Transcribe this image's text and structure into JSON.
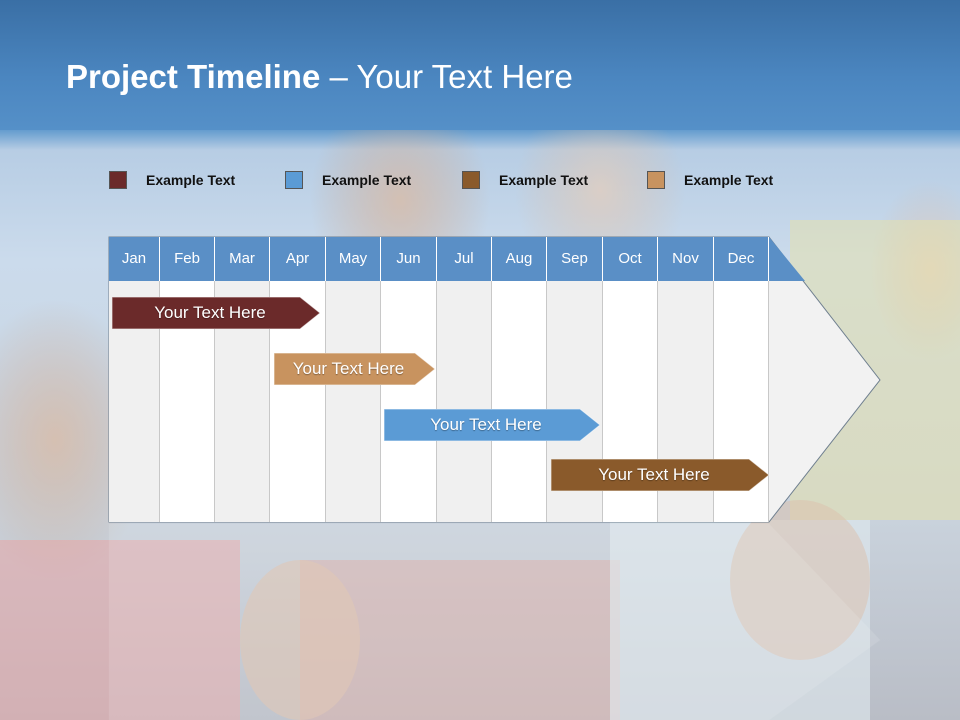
{
  "title": {
    "bold": "Project Timeline",
    "rest": " – Your Text Here"
  },
  "legend": [
    {
      "label": "Example Text",
      "color": "#6b2a2a"
    },
    {
      "label": "Example Text",
      "color": "#5b9bd5"
    },
    {
      "label": "Example Text",
      "color": "#8a5a2b"
    },
    {
      "label": "Example Text",
      "color": "#c8935f"
    }
  ],
  "months": [
    "Jan",
    "Feb",
    "Mar",
    "Apr",
    "May",
    "Jun",
    "Jul",
    "Aug",
    "Sep",
    "Oct",
    "Nov",
    "Dec"
  ],
  "tasks": [
    {
      "label": "Your  Text Here",
      "color": "#6b2a2a",
      "start_month": "Jan",
      "end_month": "Apr"
    },
    {
      "label": "Your  Text Here",
      "color": "#c8935f",
      "start_month": "Apr",
      "end_month": "Jun"
    },
    {
      "label": "Your  Text Here",
      "color": "#5b9bd5",
      "start_month": "Jun",
      "end_month": "Sep"
    },
    {
      "label": "Your  Text Here",
      "color": "#8a5a2b",
      "start_month": "Sep",
      "end_month": "Dec"
    }
  ],
  "colors": {
    "header": "#5a8fc6",
    "title_bar": "#4b86c0"
  }
}
